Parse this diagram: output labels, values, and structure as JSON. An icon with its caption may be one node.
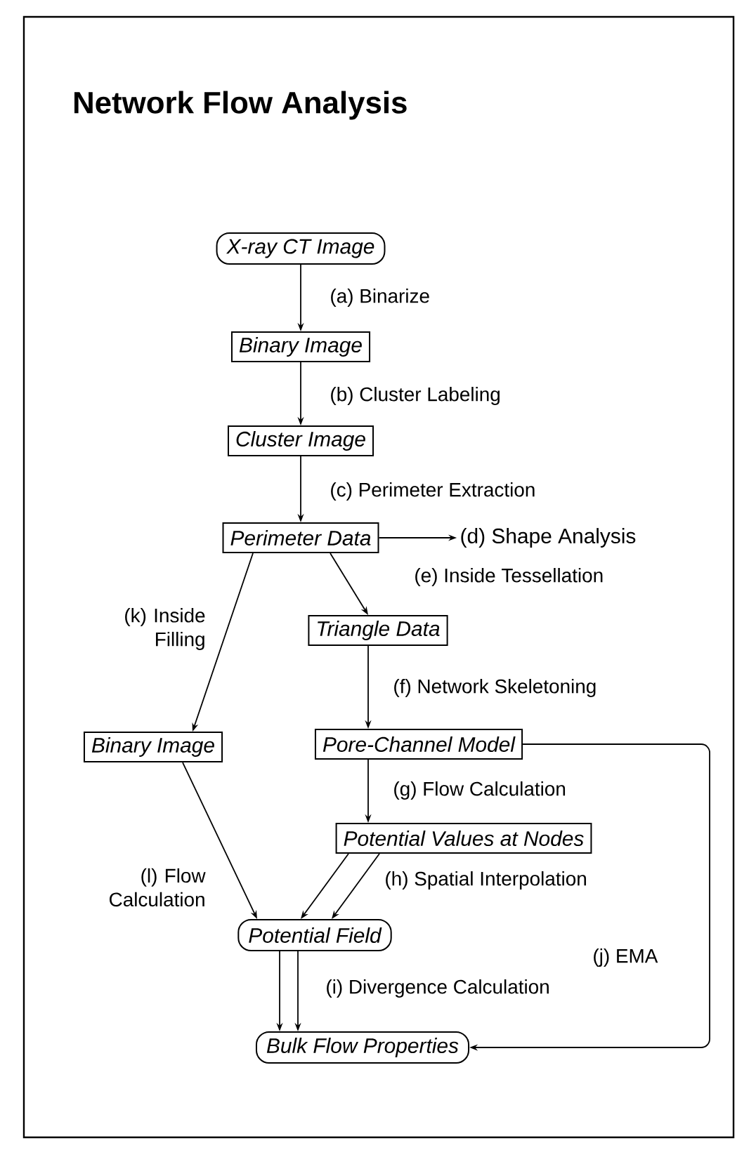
{
  "diagram": {
    "title": "Network Flow Analysis",
    "nodes": [
      {
        "text": [
          "X-ray CT Image"
        ]
      },
      {
        "text": [
          "Binary Image"
        ]
      },
      {
        "text": [
          "Cluster Image"
        ]
      },
      {
        "text": [
          "Perimeter Data"
        ]
      },
      {
        "text": [
          "(d) Shape Analysis"
        ]
      },
      {
        "text": [
          "Triangle Data"
        ]
      },
      {
        "text": [
          "Binary Image"
        ]
      },
      {
        "text": [
          "Pore-Channel Model"
        ]
      },
      {
        "text": [
          "Potential Values at Nodes"
        ]
      },
      {
        "text": [
          "Potential Field"
        ]
      },
      {
        "text": [
          "Bulk Flow Properties"
        ]
      }
    ],
    "edges": [
      {
        "from": 0,
        "to": 1,
        "arrow": "to",
        "label": "(a) Binarize"
      },
      {
        "from": 1,
        "to": 2,
        "arrow": "to",
        "label": "(b) Cluster Labeling"
      },
      {
        "from": 2,
        "to": 3,
        "arrow": "to",
        "label": "(c) Perimeter Extraction"
      },
      {
        "from": 3,
        "to": 4,
        "arrow": "to"
      },
      {
        "from": 3,
        "to": 5,
        "arrow": "to",
        "label": "(e) Inside Tessellation"
      },
      {
        "from": 3,
        "to": 6,
        "arrow": "to",
        "label": "(k) Inside Filling"
      },
      {
        "from": 5,
        "to": 7,
        "arrow": "to",
        "label": "(f) Network Skeletoning"
      },
      {
        "from": 7,
        "to": 8,
        "arrow": "to",
        "label": "(g) Flow Calculation"
      },
      {
        "from": 8,
        "to": 9,
        "arrow": "to"
      },
      {
        "from": 8,
        "to": 9,
        "arrow": "to",
        "label": "(h) Spatial Interpolation"
      },
      {
        "from": 6,
        "to": 9,
        "arrow": "to",
        "label": "(l) Flow Calculation"
      },
      {
        "from": 9,
        "to": 10,
        "arrow": "to"
      },
      {
        "from": 9,
        "to": 10,
        "arrow": "to",
        "label": "(i) Divergence Calculation"
      },
      {
        "from": 7,
        "to": 10,
        "arrow": "to",
        "label": "(j) EMA"
      }
    ]
  }
}
